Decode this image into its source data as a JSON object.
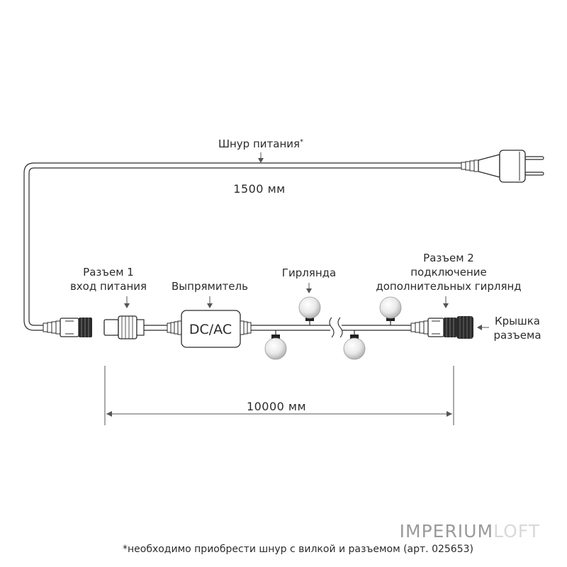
{
  "labels": {
    "cord_label": "Шнур питания",
    "cord_note_mark": "*",
    "cord_length": "1500 мм",
    "connector1_line1": "Разъем 1",
    "connector1_line2": "вход питания",
    "rectifier": "Выпрямитель",
    "rectifier_box": "DC/AC",
    "garland": "Гирлянда",
    "connector2_line1": "Разъем 2",
    "connector2_line2": "подключение",
    "connector2_line3": "дополнительных гирлянд",
    "cap_line1": "Крышка",
    "cap_line2": "разъема",
    "garland_length": "10000 мм",
    "footnote": "*необходимо приобрести шнур с вилкой и разъемом (арт. 025653)"
  },
  "brand": {
    "part1": "IMPERIUM",
    "part2": "LOFT"
  },
  "colors": {
    "line": "#2b2b2b",
    "logo_dark": "#9a9a9a",
    "logo_light": "#d9d9d9"
  }
}
